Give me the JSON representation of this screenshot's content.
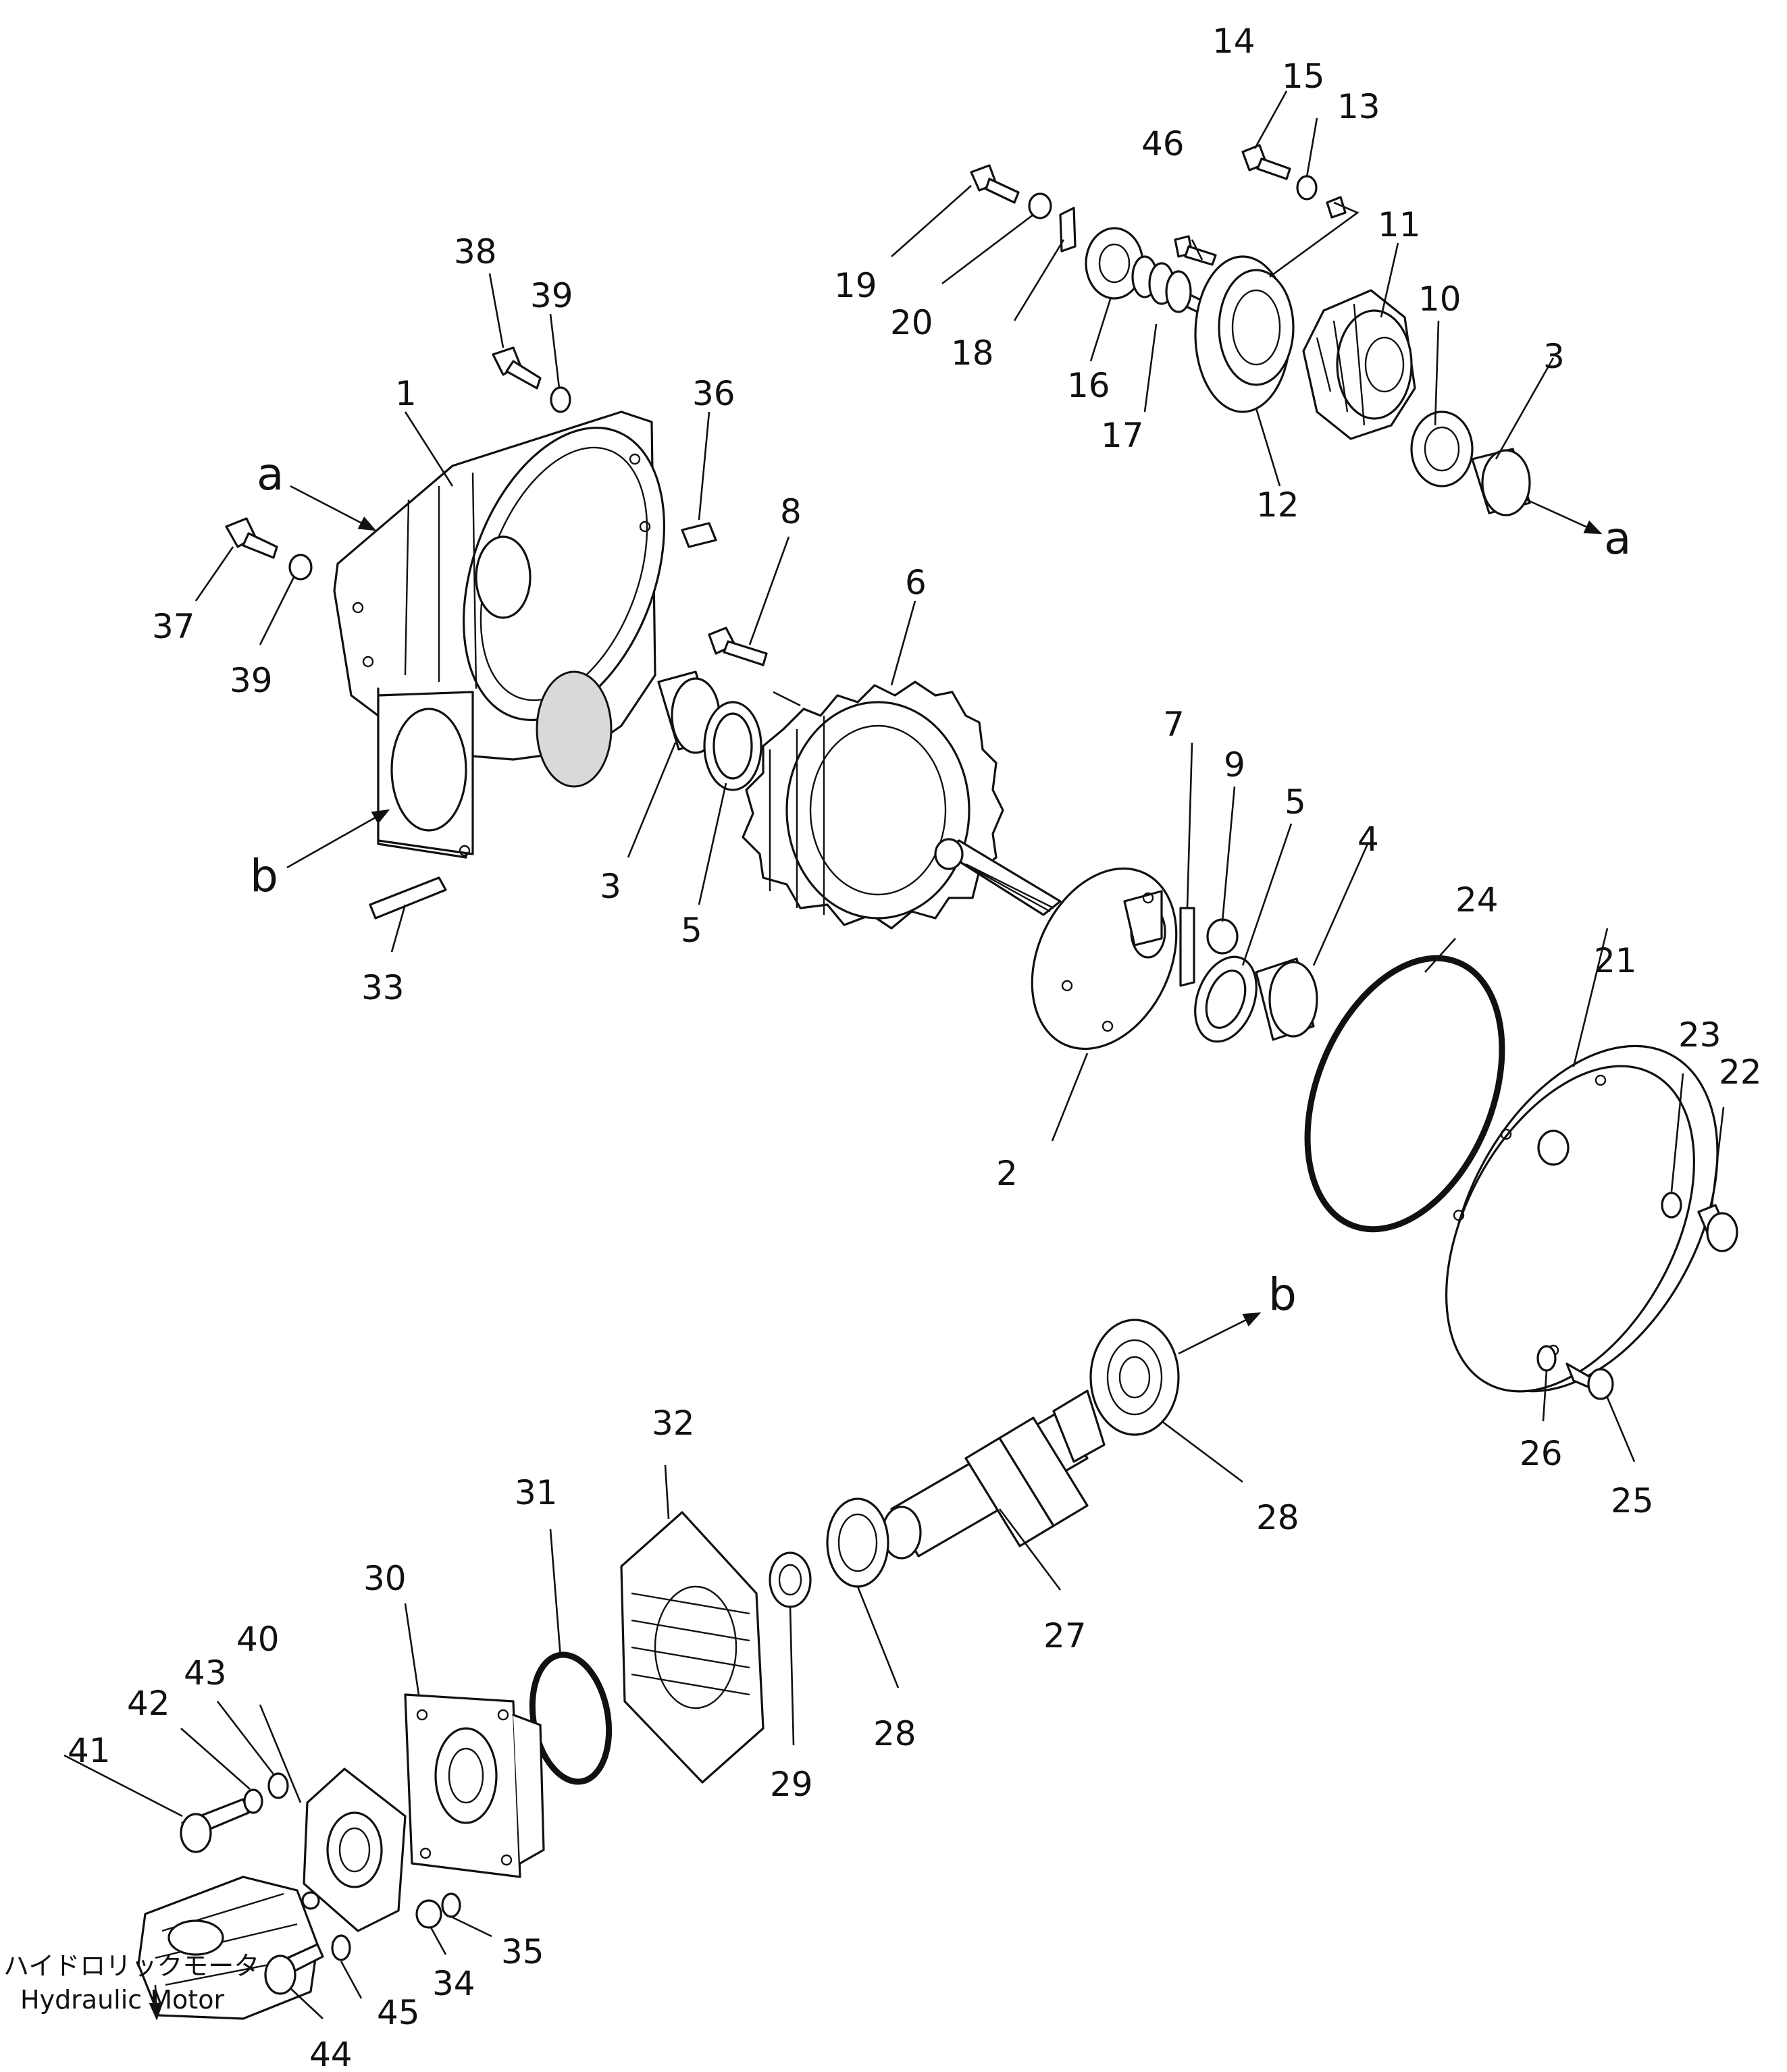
{
  "parts": {
    "p1": "1",
    "p2": "2",
    "p3a": "3",
    "p3b": "3",
    "p4": "4",
    "p5a": "5",
    "p5b": "5",
    "p6": "6",
    "p7": "7",
    "p8": "8",
    "p9": "9",
    "p10": "10",
    "p11": "11",
    "p12": "12",
    "p13": "13",
    "p14": "14",
    "p15": "15",
    "p16": "16",
    "p17": "17",
    "p18": "18",
    "p19": "19",
    "p20": "20",
    "p21": "21",
    "p22": "22",
    "p23": "23",
    "p24": "24",
    "p25": "25",
    "p26": "26",
    "p27": "27",
    "p28a": "28",
    "p28b": "28",
    "p29": "29",
    "p30": "30",
    "p31": "31",
    "p32": "32",
    "p33": "33",
    "p34": "34",
    "p35": "35",
    "p36": "36",
    "p37": "37",
    "p38": "38",
    "p39a": "39",
    "p39b": "39",
    "p40": "40",
    "p41": "41",
    "p42": "42",
    "p43": "43",
    "p44": "44",
    "p45": "45",
    "p46": "46"
  },
  "refs": {
    "a1": "a",
    "a2": "a",
    "b1": "b",
    "b2": "b"
  },
  "motor": {
    "label_ja": "ハイドロリックモータ",
    "label_en": "Hydraulic Motor"
  }
}
